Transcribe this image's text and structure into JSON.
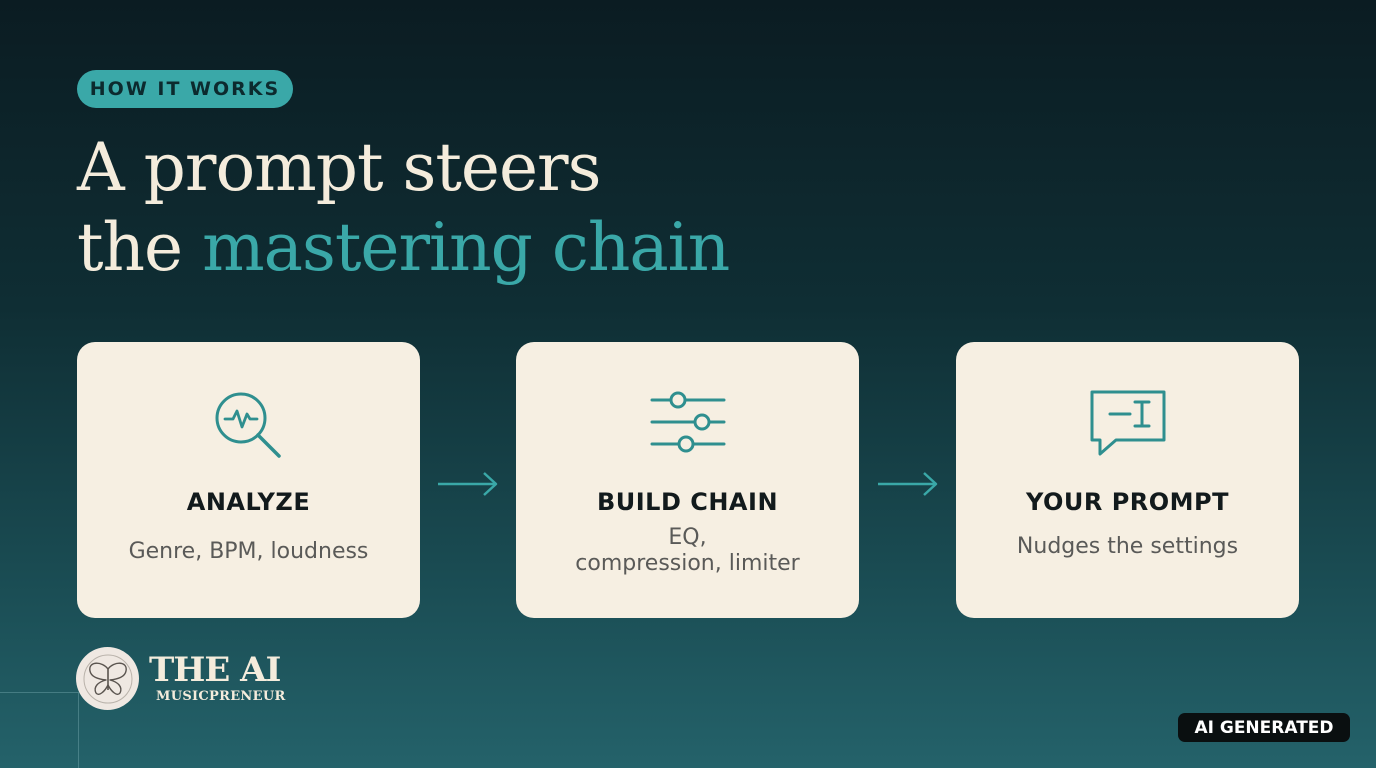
{
  "badge": "HOW IT WORKS",
  "title": {
    "line1": "A prompt steers",
    "line2_plain": "the ",
    "line2_accent": "mastering chain"
  },
  "steps": [
    {
      "title": "ANALYZE",
      "desc": "Genre, BPM, loudness",
      "icon": "magnifier-pulse-icon"
    },
    {
      "title": "BUILD CHAIN",
      "desc_line1": "EQ,",
      "desc_line2": "compression, limiter",
      "icon": "sliders-icon"
    },
    {
      "title": "YOUR PROMPT",
      "desc": "Nudges the settings",
      "icon": "chat-cursor-icon"
    }
  ],
  "brand": {
    "line1": "THE AI",
    "line2": "MUSICPRENEUR",
    "icon": "butterfly-icon"
  },
  "ai_badge": "AI GENERATED",
  "colors": {
    "accent": "#3aa8a8",
    "card": "#f6efe2",
    "text_light": "#f4ecdc"
  }
}
